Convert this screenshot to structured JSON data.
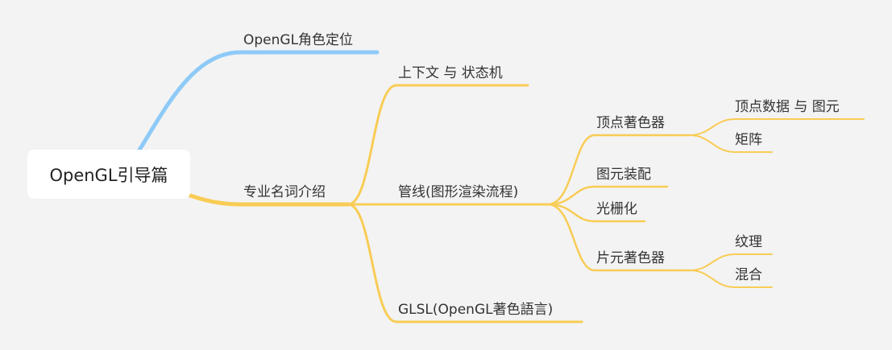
{
  "colors": {
    "background": "#f3f3f3",
    "blue_branch": "#8ecaf7",
    "yellow_branch": "#f8cc55",
    "text": "#333333"
  },
  "root": {
    "label": "OpenGL引导篇"
  },
  "nodes": {
    "role": "OpenGL角色定位",
    "terms": "专业名词介绍",
    "context": "上下文 与 状态机",
    "pipeline": "管线(图形渲染流程)",
    "glsl": "GLSL(OpenGL著色語言)",
    "vertex_shader": "顶点著色器",
    "primitive_assembly": "图元装配",
    "rasterization": "光栅化",
    "fragment_shader": "片元著色器",
    "vertex_data": "顶点数据 与 图元",
    "matrix": "矩阵",
    "texture": "纹理",
    "blend": "混合"
  }
}
